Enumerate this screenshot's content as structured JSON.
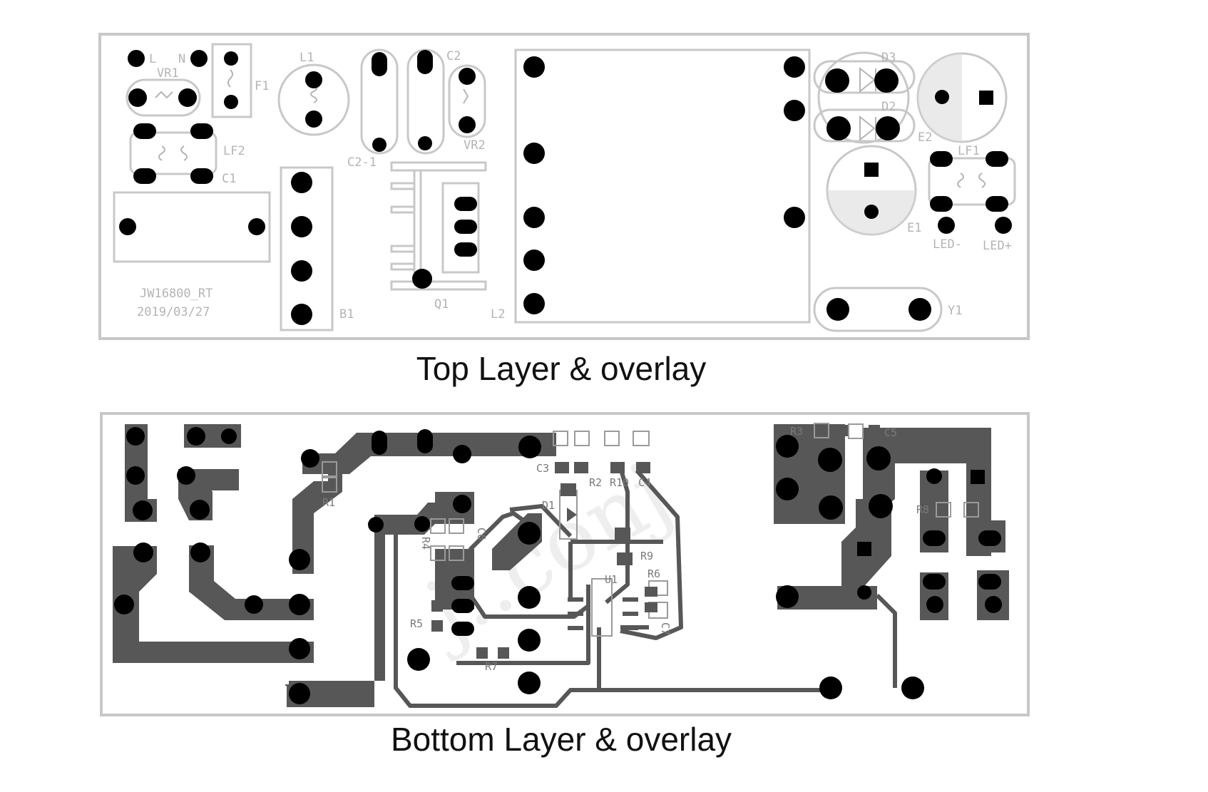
{
  "captions": {
    "top": "Top Layer & overlay",
    "bottom": "Bottom Layer & overlay"
  },
  "watermark": "j..conj",
  "top_layer": {
    "board_text": [
      "JW16800_RT",
      "2019/03/27"
    ],
    "designators": {
      "L": "L",
      "N": "N",
      "VR1": "VR1",
      "F1": "F1",
      "L1": "L1",
      "C2": "C2",
      "C2_1": "C2-1",
      "VR2": "VR2",
      "LF2": "LF2",
      "C1": "C1",
      "B1": "B1",
      "Q1": "Q1",
      "L2": "L2",
      "D3": "D3",
      "D2": "D2",
      "E2": "E2",
      "LF1": "LF1",
      "E1": "E1",
      "LED_minus": "LED-",
      "LED_plus": "LED+",
      "Y1": "Y1"
    }
  },
  "bottom_layer": {
    "designators": {
      "R3": "R3",
      "C5": "C5",
      "C3": "C3",
      "R10": "R10",
      "R2": "R2",
      "C4": "C4",
      "R1": "R1",
      "D1": "D1",
      "R8": "R8",
      "R4": "R4",
      "C6": "C6",
      "R9": "R9",
      "U1": "U1",
      "R6": "R6",
      "R5": "R5",
      "C7": "C7",
      "R7": "R7"
    }
  },
  "colors": {
    "outline": "#c8c8c8",
    "pad": "#000000",
    "copper": "#575757",
    "silk": "#b4b4b4"
  }
}
